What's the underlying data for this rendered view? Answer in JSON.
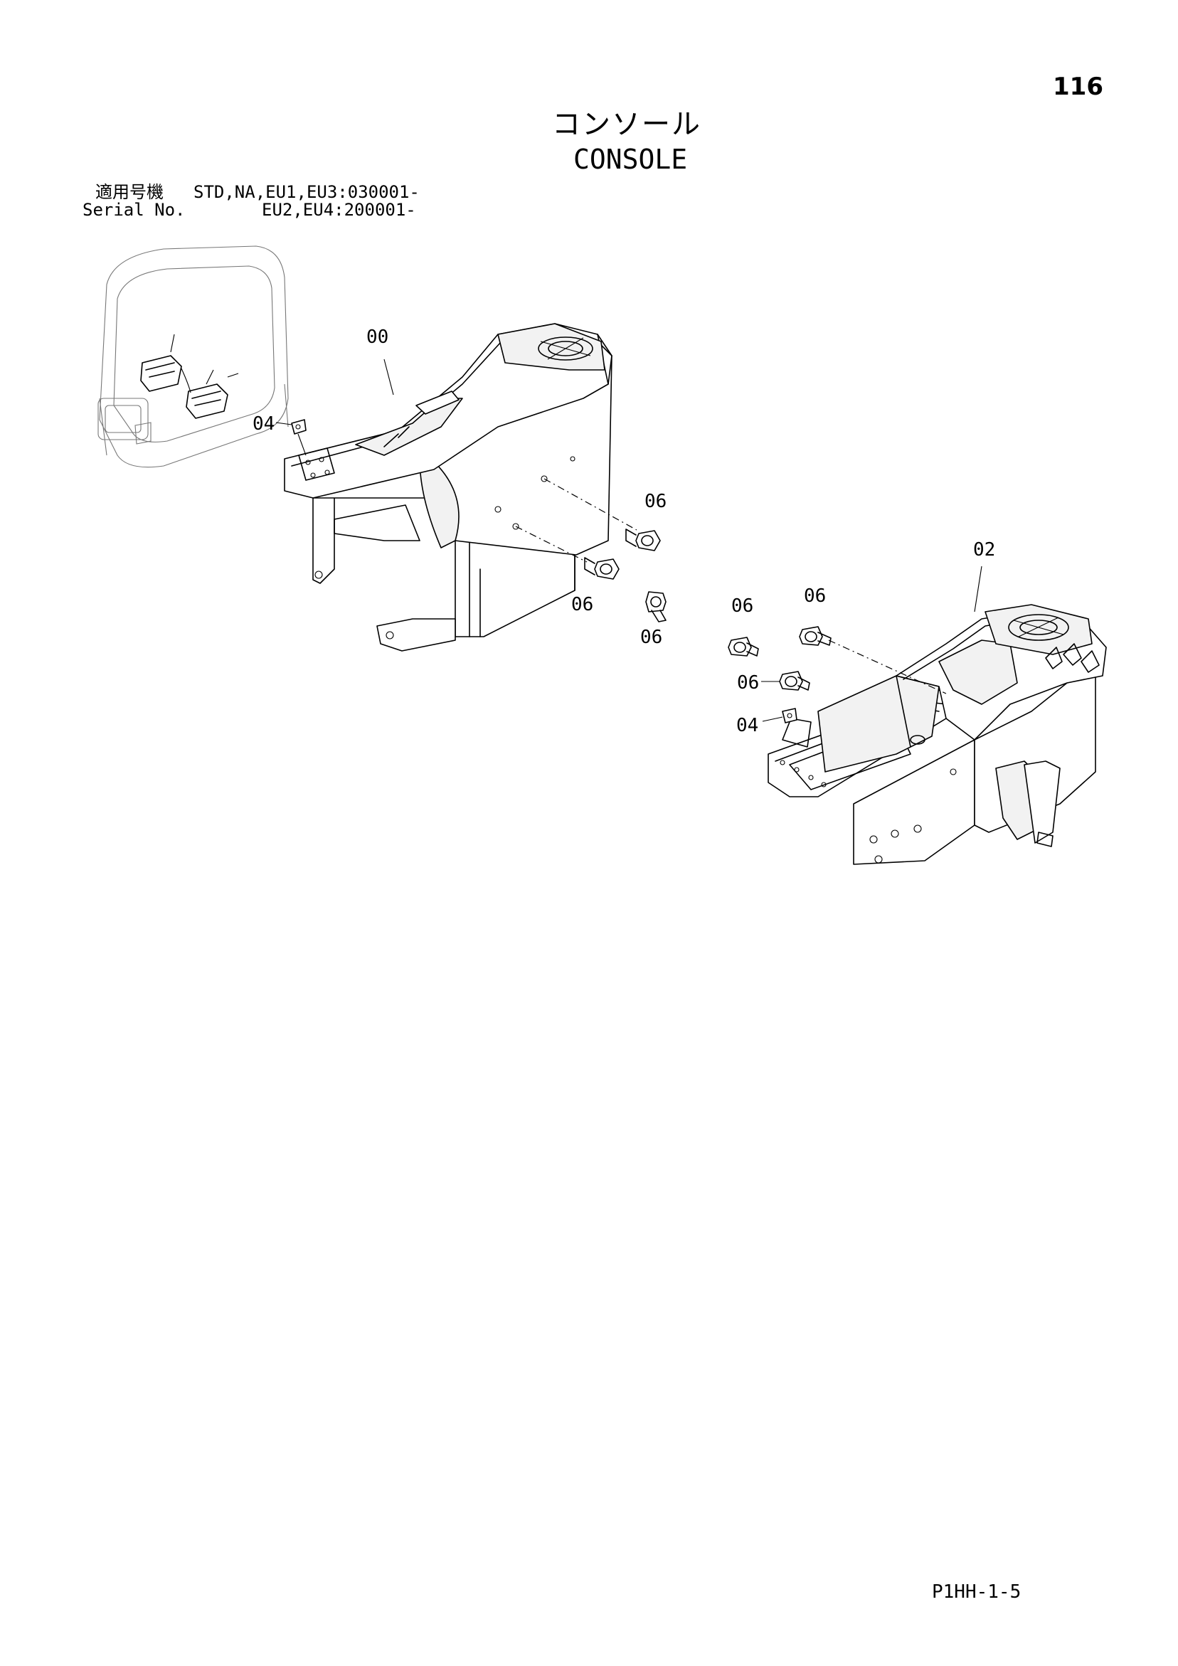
{
  "page": {
    "number": "116",
    "title_ja": "コンソール",
    "title_en": "CONSOLE",
    "footer_code": "P1HH-1-5"
  },
  "serial": {
    "label_ja": "適用号機",
    "label_en": "Serial No.",
    "line1": "STD,NA,EU1,EU3:030001-",
    "line2": "EU2,EU4:200001-"
  },
  "callouts": {
    "c00": "00",
    "c02": "02",
    "c04a": "04",
    "c04b": "04",
    "c06a": "06",
    "c06b": "06",
    "c06c": "06",
    "c06d": "06",
    "c06e": "06",
    "c06f": "06"
  },
  "icons": {
    "cab": "cab-locator-icon",
    "bolt": "flange-bolt-icon",
    "bracket": "mounting-bracket-icon"
  }
}
